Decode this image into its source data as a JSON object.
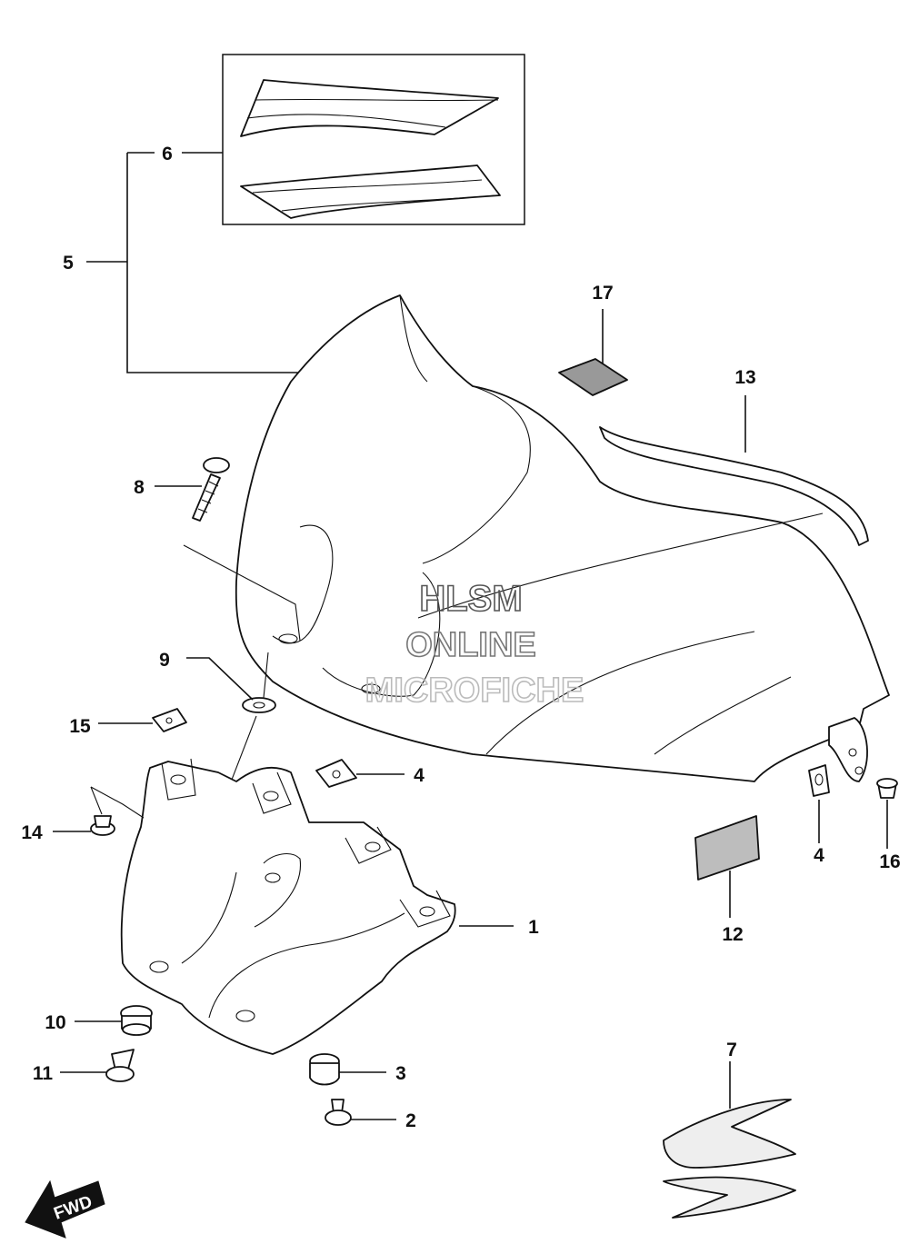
{
  "watermark": {
    "line1": "HLSM",
    "line2": "ONLINE",
    "line3": "MICROFICHE"
  },
  "callouts": [
    "1",
    "2",
    "3",
    "4",
    "4",
    "5",
    "6",
    "7",
    "8",
    "9",
    "10",
    "11",
    "12",
    "13",
    "14",
    "15",
    "16",
    "17"
  ],
  "fwd_label": "FWD",
  "colors": {
    "line": "#111111",
    "watermark": "#666666",
    "background": "#ffffff"
  }
}
